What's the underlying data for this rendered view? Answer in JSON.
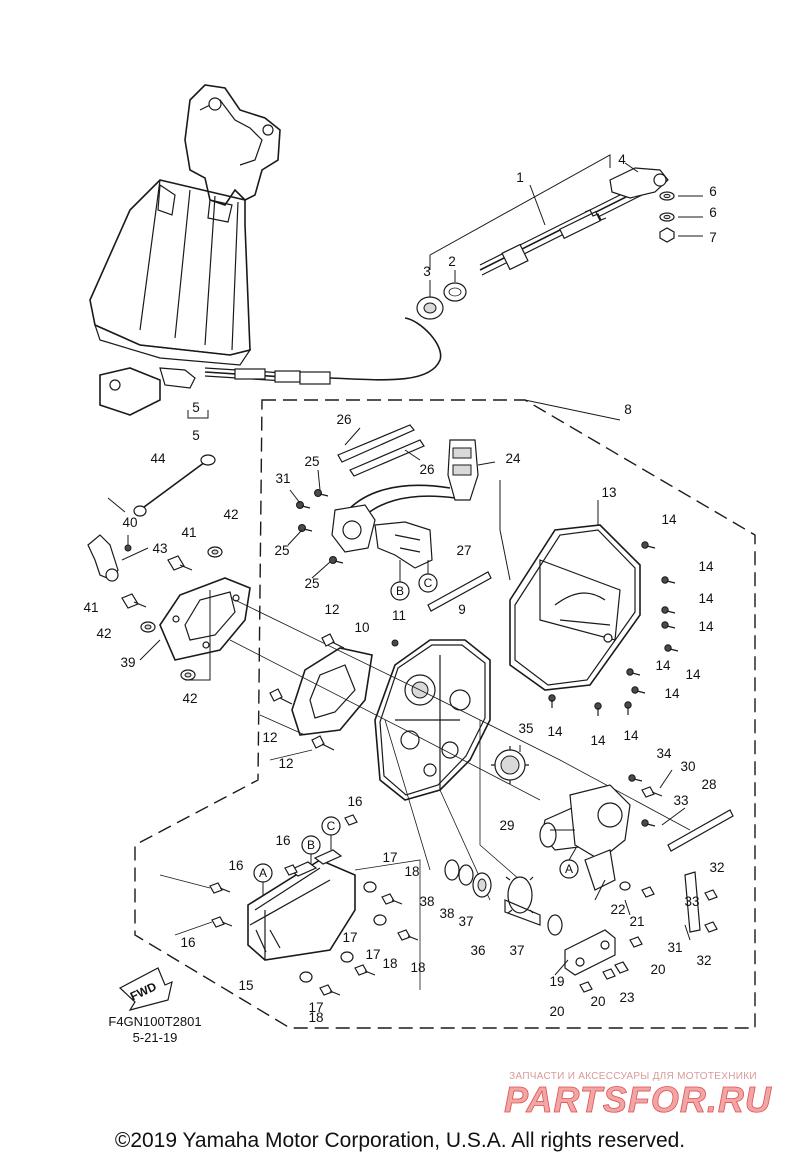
{
  "diagram": {
    "callouts": [
      "1",
      "2",
      "3",
      "4",
      "5",
      "6",
      "7",
      "8",
      "9",
      "10",
      "11",
      "12",
      "13",
      "14",
      "15",
      "16",
      "17",
      "18",
      "19",
      "20",
      "21",
      "22",
      "23",
      "24",
      "25",
      "26",
      "27",
      "28",
      "29",
      "30",
      "31",
      "32",
      "33",
      "34",
      "35",
      "36",
      "37",
      "38",
      "39",
      "40",
      "41",
      "42",
      "43",
      "44"
    ],
    "connectors": [
      "A",
      "B",
      "C"
    ],
    "fwd_label": "FWD"
  },
  "footer": {
    "part_code": "F4GN100T2801",
    "date": "5-21-19",
    "copyright": "©2019 Yamaha Motor Corporation, U.S.A. All rights reserved."
  },
  "watermark": {
    "tagline": "ЗАПЧАСТИ И АКСЕССУАРЫ ДЛЯ МОТОТЕХНИКИ",
    "logo_text": "PARTSFOR.RU",
    "color": "#e05050"
  }
}
